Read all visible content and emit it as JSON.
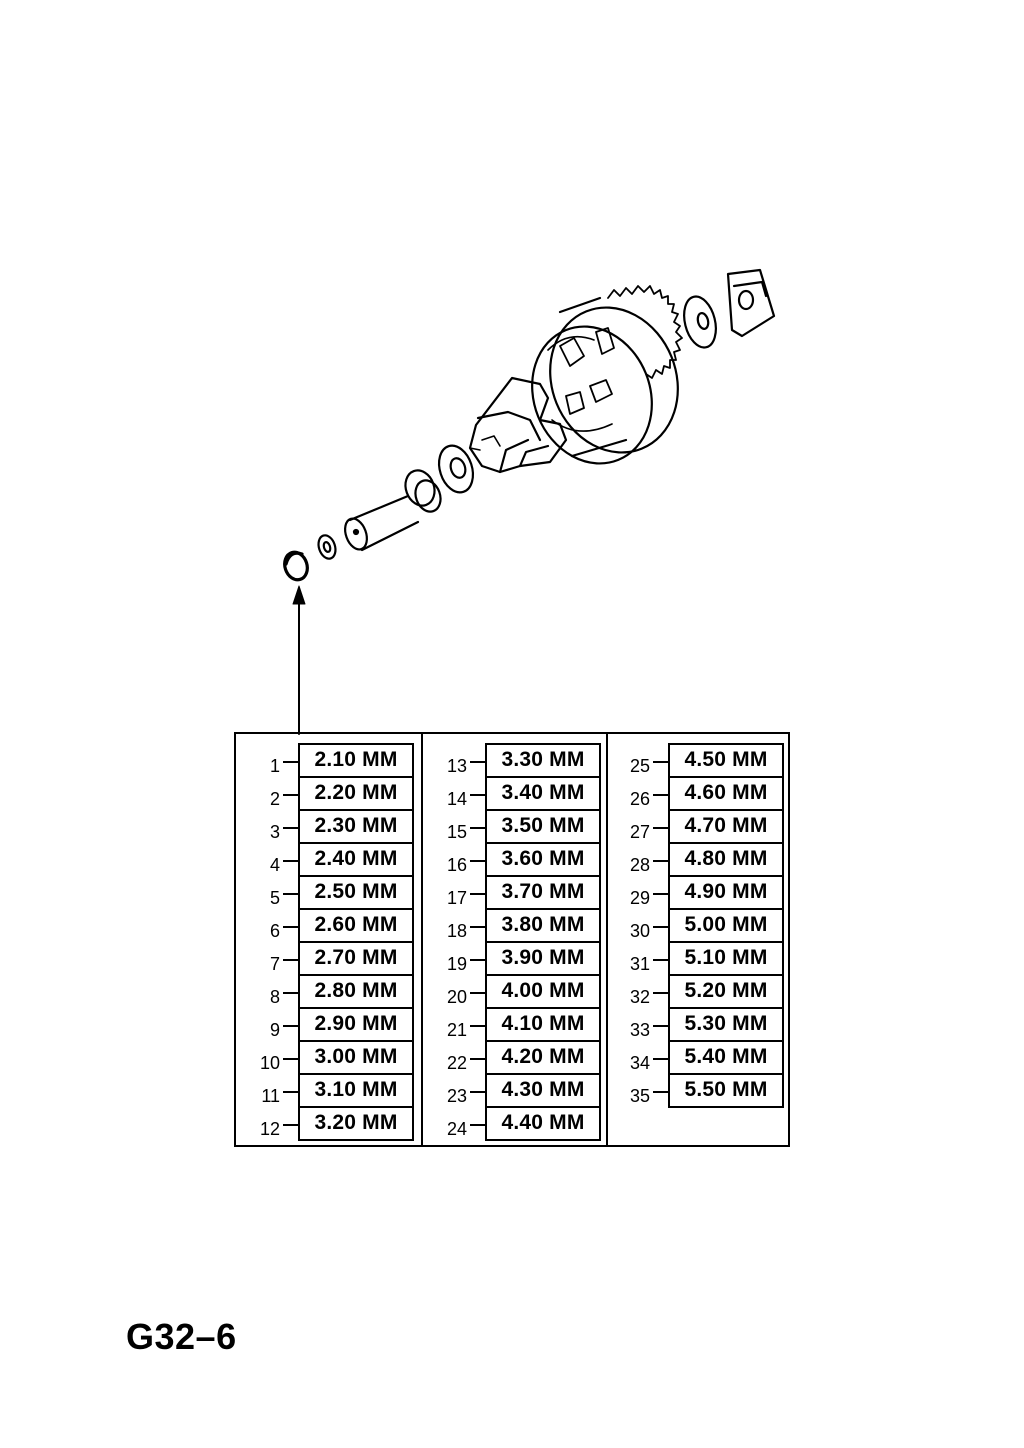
{
  "diagram": {
    "page_code": "G32–6",
    "columns": [
      [
        {
          "no": "1",
          "size": "2.10 MM"
        },
        {
          "no": "2",
          "size": "2.20 MM"
        },
        {
          "no": "3",
          "size": "2.30 MM"
        },
        {
          "no": "4",
          "size": "2.40 MM"
        },
        {
          "no": "5",
          "size": "2.50 MM"
        },
        {
          "no": "6",
          "size": "2.60 MM"
        },
        {
          "no": "7",
          "size": "2.70 MM"
        },
        {
          "no": "8",
          "size": "2.80 MM"
        },
        {
          "no": "9",
          "size": "2.90 MM"
        },
        {
          "no": "10",
          "size": "3.00 MM"
        },
        {
          "no": "11",
          "size": "3.10 MM"
        },
        {
          "no": "12",
          "size": "3.20 MM"
        }
      ],
      [
        {
          "no": "13",
          "size": "3.30 MM"
        },
        {
          "no": "14",
          "size": "3.40 MM"
        },
        {
          "no": "15",
          "size": "3.50 MM"
        },
        {
          "no": "16",
          "size": "3.60 MM"
        },
        {
          "no": "17",
          "size": "3.70 MM"
        },
        {
          "no": "18",
          "size": "3.80 MM"
        },
        {
          "no": "19",
          "size": "3.90 MM"
        },
        {
          "no": "20",
          "size": "4.00 MM"
        },
        {
          "no": "21",
          "size": "4.10 MM"
        },
        {
          "no": "22",
          "size": "4.20 MM"
        },
        {
          "no": "23",
          "size": "4.30 MM"
        },
        {
          "no": "24",
          "size": "4.40 MM"
        }
      ],
      [
        {
          "no": "25",
          "size": "4.50 MM"
        },
        {
          "no": "26",
          "size": "4.60 MM"
        },
        {
          "no": "27",
          "size": "4.70 MM"
        },
        {
          "no": "28",
          "size": "4.80 MM"
        },
        {
          "no": "29",
          "size": "4.90 MM"
        },
        {
          "no": "30",
          "size": "5.00 MM"
        },
        {
          "no": "31",
          "size": "5.10 MM"
        },
        {
          "no": "32",
          "size": "5.20 MM"
        },
        {
          "no": "33",
          "size": "5.30 MM"
        },
        {
          "no": "34",
          "size": "5.40 MM"
        },
        {
          "no": "35",
          "size": "5.50 MM"
        }
      ]
    ]
  }
}
